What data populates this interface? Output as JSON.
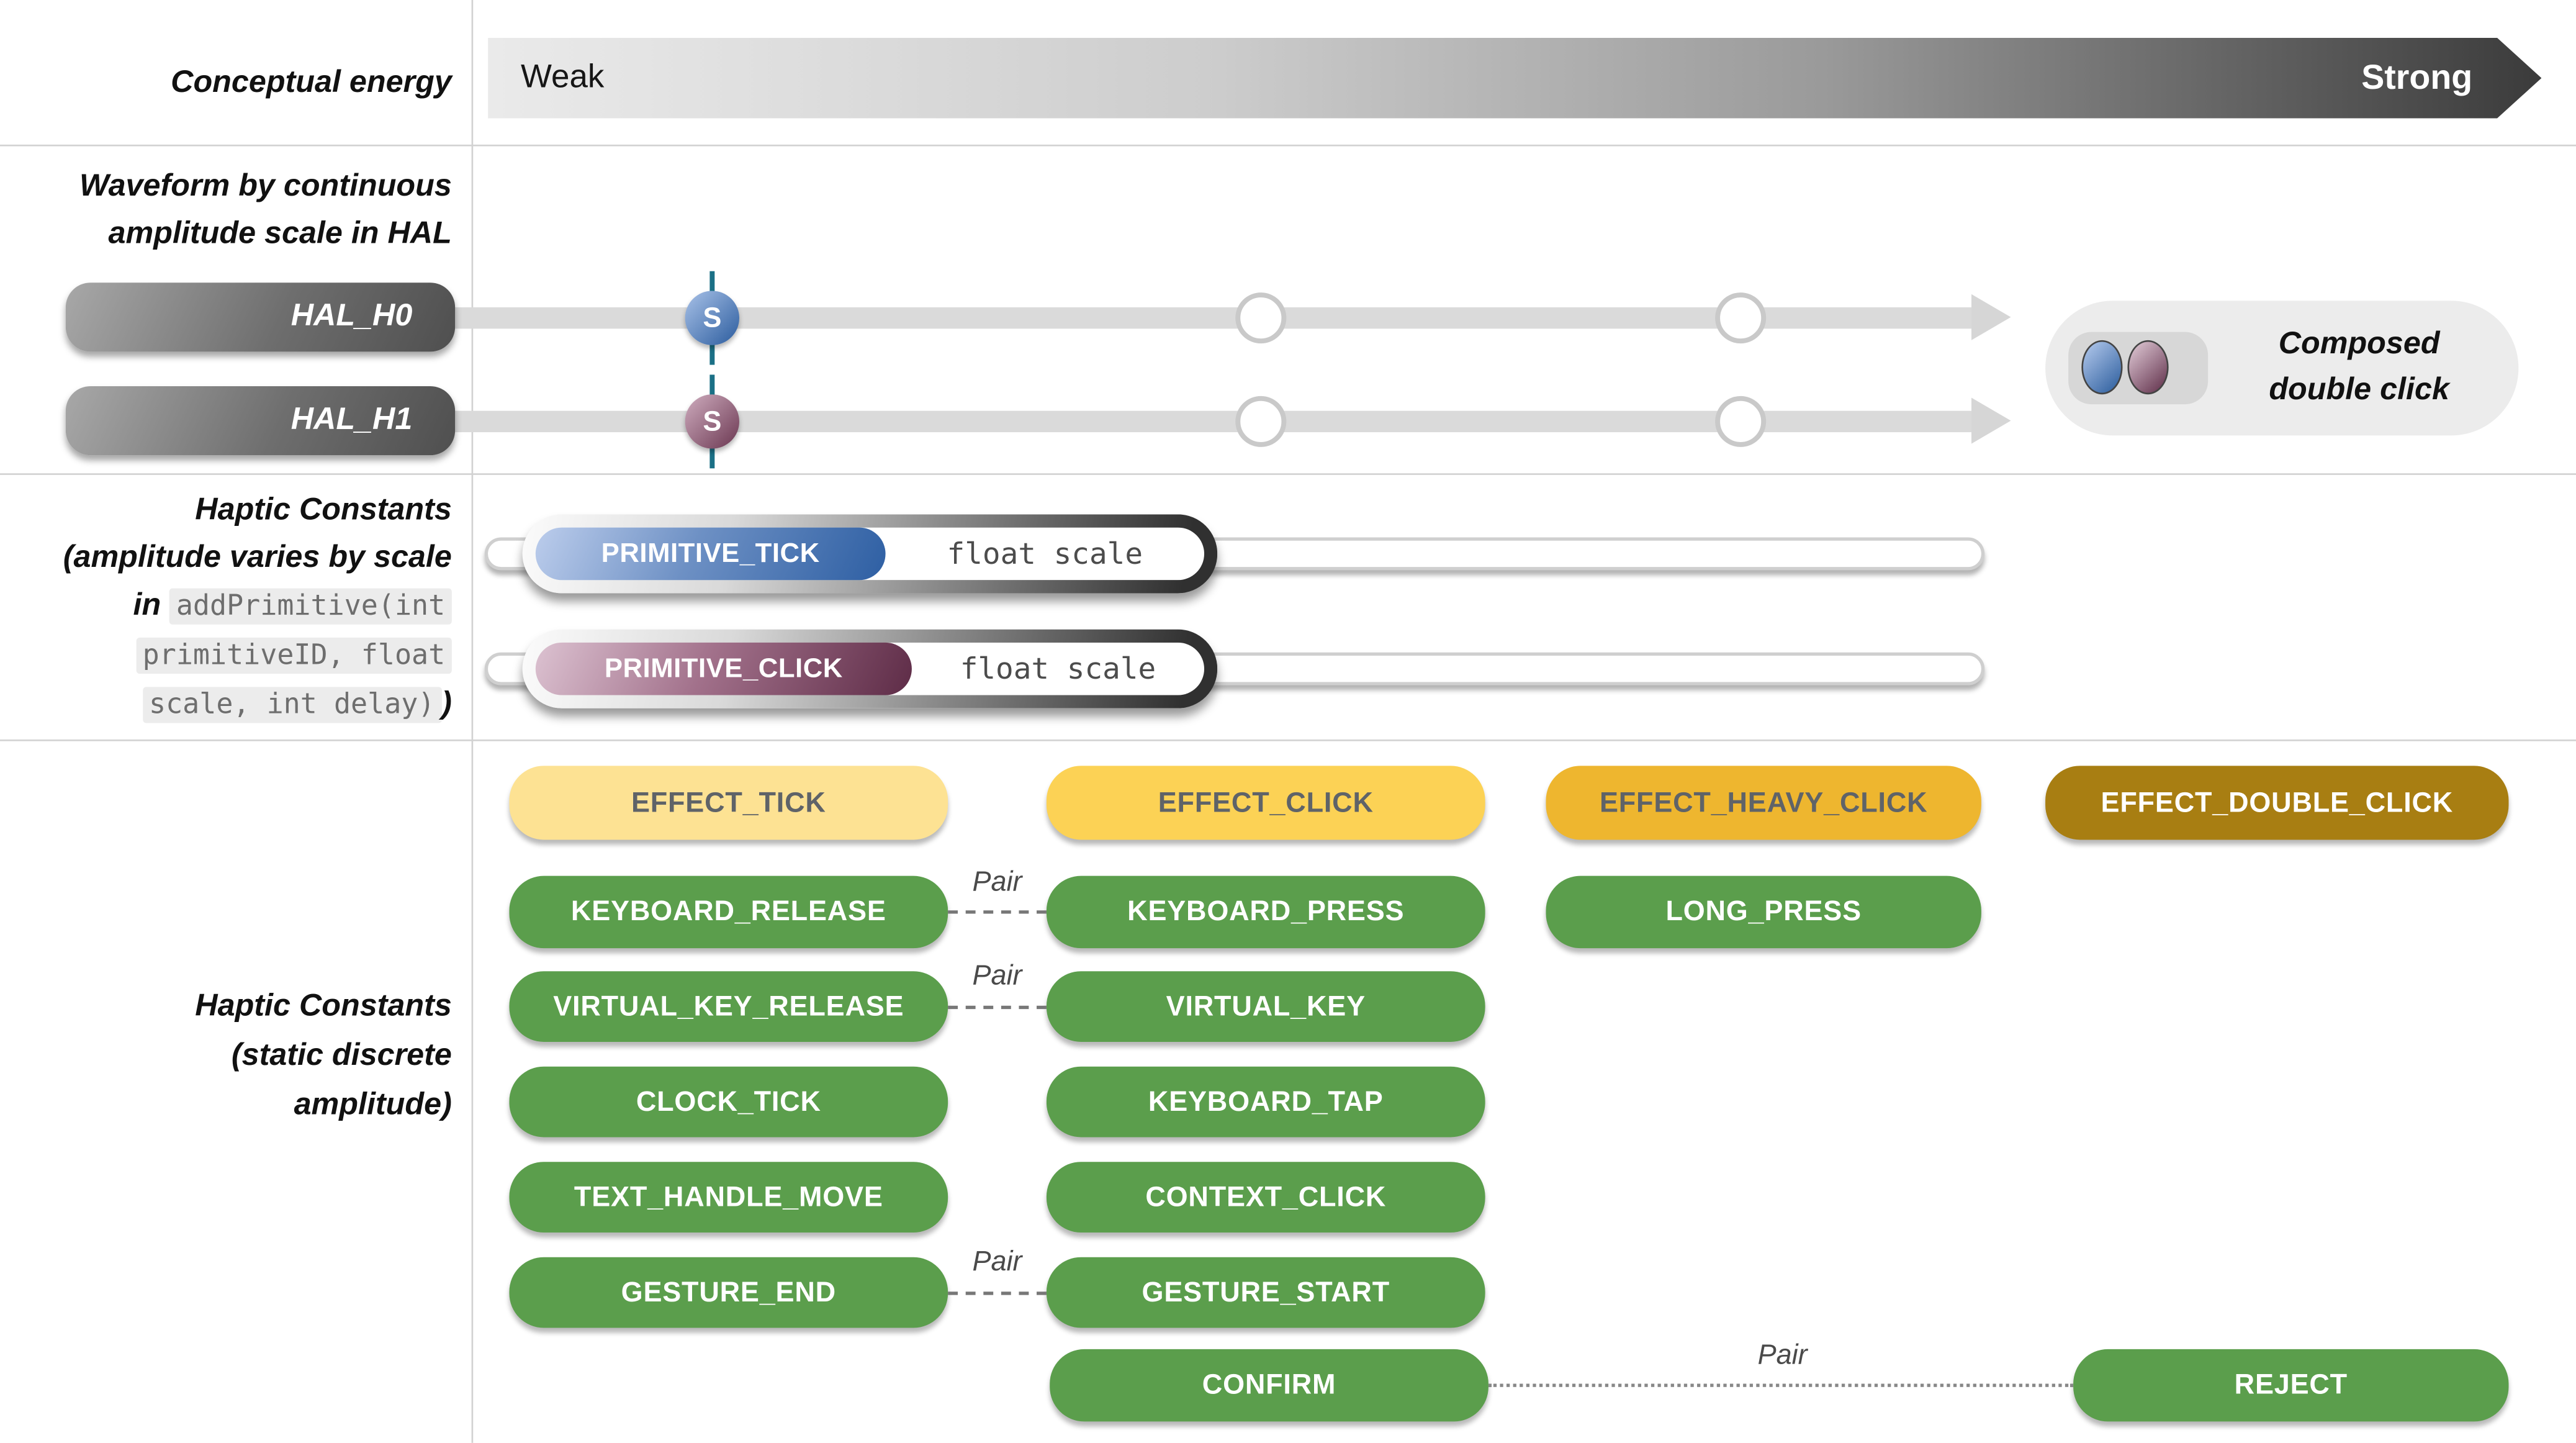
{
  "sections": {
    "energy": {
      "label": "Conceptual energy",
      "weak": "Weak",
      "strong": "Strong"
    },
    "waveform": {
      "label_line1": "Waveform by continuous",
      "label_line2": "amplitude scale in HAL",
      "hal_h0": "HAL_H0",
      "hal_h1": "HAL_H1",
      "scale_marker": "S",
      "composed_line1": "Composed",
      "composed_line2": "double click"
    },
    "primitives": {
      "label_line1": "Haptic Constants",
      "label_line2": "(amplitude varies by scale",
      "label_line3_prefix": "in",
      "code_line1": "addPrimitive(int",
      "code_line2": "primitiveID, float",
      "code_line3": "scale, int delay)",
      "label_close_paren": ")",
      "tick_name": "PRIMITIVE_TICK",
      "tick_param": "float scale",
      "click_name": "PRIMITIVE_CLICK",
      "click_param": "float scale"
    },
    "constants": {
      "label_line1": "Haptic Constants",
      "label_line2": "(static discrete",
      "label_line3": "amplitude)",
      "pair_label": "Pair",
      "effect_tick": "EFFECT_TICK",
      "effect_click": "EFFECT_CLICK",
      "effect_heavy_click": "EFFECT_HEAVY_CLICK",
      "effect_double_click": "EFFECT_DOUBLE_CLICK",
      "keyboard_release": "KEYBOARD_RELEASE",
      "keyboard_press": "KEYBOARD_PRESS",
      "long_press": "LONG_PRESS",
      "virtual_key_release": "VIRTUAL_KEY_RELEASE",
      "virtual_key": "VIRTUAL_KEY",
      "clock_tick": "CLOCK_TICK",
      "keyboard_tap": "KEYBOARD_TAP",
      "text_handle_move": "TEXT_HANDLE_MOVE",
      "context_click": "CONTEXT_CLICK",
      "gesture_end": "GESTURE_END",
      "gesture_start": "GESTURE_START",
      "confirm": "CONFIRM",
      "reject": "REJECT"
    }
  },
  "colors": {
    "yellow_light": "#FDE293",
    "yellow": "#FCD255",
    "amber": "#EEB62F",
    "gold_dark": "#A87E12",
    "green": "#5B9E4C",
    "pill_text_dark": "#5F6368",
    "blue_dark": "#2E5FA3",
    "maroon_dark": "#5E2C47",
    "teal_marker_line": "#1B7086",
    "bar_gradient_start": "#EAEAEA",
    "bar_gradient_end": "#3B3B3B"
  }
}
